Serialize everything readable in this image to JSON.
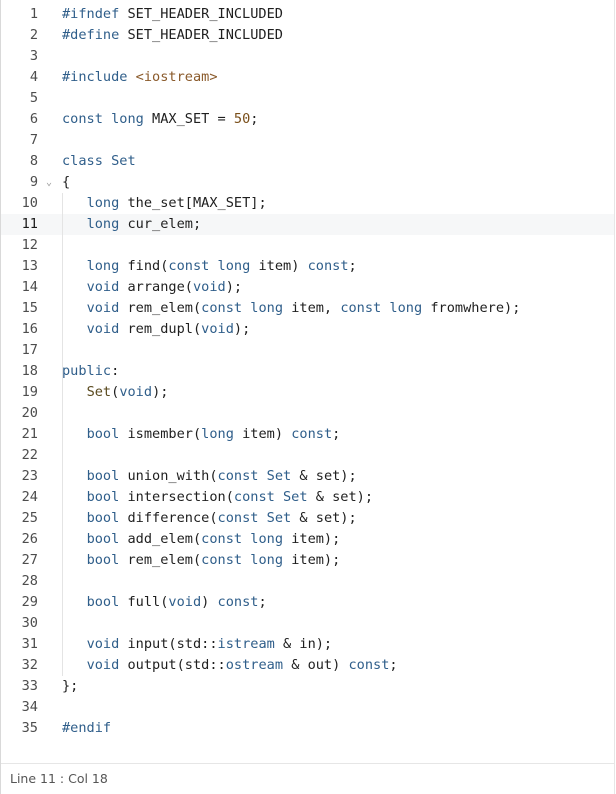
{
  "editor": {
    "active_line": 11,
    "fold_marker_line": 9,
    "lines": [
      {
        "n": "1",
        "tokens": [
          {
            "t": "#ifndef",
            "c": "pp"
          },
          {
            "t": " SET_HEADER_INCLUDED",
            "c": "plain"
          }
        ]
      },
      {
        "n": "2",
        "tokens": [
          {
            "t": "#define",
            "c": "pp"
          },
          {
            "t": " SET_HEADER_INCLUDED",
            "c": "plain"
          }
        ]
      },
      {
        "n": "3",
        "tokens": []
      },
      {
        "n": "4",
        "tokens": [
          {
            "t": "#include",
            "c": "pp"
          },
          {
            "t": " ",
            "c": "plain"
          },
          {
            "t": "<iostream>",
            "c": "str"
          }
        ]
      },
      {
        "n": "5",
        "tokens": []
      },
      {
        "n": "6",
        "tokens": [
          {
            "t": "const",
            "c": "kw"
          },
          {
            "t": " ",
            "c": "plain"
          },
          {
            "t": "long",
            "c": "type"
          },
          {
            "t": " MAX_SET = ",
            "c": "plain"
          },
          {
            "t": "50",
            "c": "num"
          },
          {
            "t": ";",
            "c": "plain"
          }
        ]
      },
      {
        "n": "7",
        "tokens": []
      },
      {
        "n": "8",
        "tokens": [
          {
            "t": "class",
            "c": "kw"
          },
          {
            "t": " ",
            "c": "plain"
          },
          {
            "t": "Set",
            "c": "type"
          }
        ]
      },
      {
        "n": "9",
        "tokens": [
          {
            "t": "{",
            "c": "plain"
          }
        ]
      },
      {
        "n": "10",
        "tokens": [
          {
            "t": "   ",
            "c": "plain"
          },
          {
            "t": "long",
            "c": "type"
          },
          {
            "t": " the_set[MAX_SET];",
            "c": "plain"
          }
        ]
      },
      {
        "n": "11",
        "tokens": [
          {
            "t": "   ",
            "c": "plain"
          },
          {
            "t": "long",
            "c": "type"
          },
          {
            "t": " cur_elem;",
            "c": "plain"
          }
        ]
      },
      {
        "n": "12",
        "tokens": []
      },
      {
        "n": "13",
        "tokens": [
          {
            "t": "   ",
            "c": "plain"
          },
          {
            "t": "long",
            "c": "type"
          },
          {
            "t": " find(",
            "c": "plain"
          },
          {
            "t": "const",
            "c": "kw"
          },
          {
            "t": " ",
            "c": "plain"
          },
          {
            "t": "long",
            "c": "type"
          },
          {
            "t": " item) ",
            "c": "plain"
          },
          {
            "t": "const",
            "c": "kw"
          },
          {
            "t": ";",
            "c": "plain"
          }
        ]
      },
      {
        "n": "14",
        "tokens": [
          {
            "t": "   ",
            "c": "plain"
          },
          {
            "t": "void",
            "c": "type"
          },
          {
            "t": " arrange(",
            "c": "plain"
          },
          {
            "t": "void",
            "c": "type"
          },
          {
            "t": ");",
            "c": "plain"
          }
        ]
      },
      {
        "n": "15",
        "tokens": [
          {
            "t": "   ",
            "c": "plain"
          },
          {
            "t": "void",
            "c": "type"
          },
          {
            "t": " rem_elem(",
            "c": "plain"
          },
          {
            "t": "const",
            "c": "kw"
          },
          {
            "t": " ",
            "c": "plain"
          },
          {
            "t": "long",
            "c": "type"
          },
          {
            "t": " item, ",
            "c": "plain"
          },
          {
            "t": "const",
            "c": "kw"
          },
          {
            "t": " ",
            "c": "plain"
          },
          {
            "t": "long",
            "c": "type"
          },
          {
            "t": " fromwhere);",
            "c": "plain"
          }
        ]
      },
      {
        "n": "16",
        "tokens": [
          {
            "t": "   ",
            "c": "plain"
          },
          {
            "t": "void",
            "c": "type"
          },
          {
            "t": " rem_dupl(",
            "c": "plain"
          },
          {
            "t": "void",
            "c": "type"
          },
          {
            "t": ");",
            "c": "plain"
          }
        ]
      },
      {
        "n": "17",
        "tokens": []
      },
      {
        "n": "18",
        "tokens": [
          {
            "t": "public",
            "c": "kw"
          },
          {
            "t": ":",
            "c": "plain"
          }
        ]
      },
      {
        "n": "19",
        "tokens": [
          {
            "t": "   ",
            "c": "plain"
          },
          {
            "t": "Set",
            "c": "fn"
          },
          {
            "t": "(",
            "c": "plain"
          },
          {
            "t": "void",
            "c": "type"
          },
          {
            "t": ");",
            "c": "plain"
          }
        ]
      },
      {
        "n": "20",
        "tokens": []
      },
      {
        "n": "21",
        "tokens": [
          {
            "t": "   ",
            "c": "plain"
          },
          {
            "t": "bool",
            "c": "type"
          },
          {
            "t": " ismember(",
            "c": "plain"
          },
          {
            "t": "long",
            "c": "type"
          },
          {
            "t": " item) ",
            "c": "plain"
          },
          {
            "t": "const",
            "c": "kw"
          },
          {
            "t": ";",
            "c": "plain"
          }
        ]
      },
      {
        "n": "22",
        "tokens": []
      },
      {
        "n": "23",
        "tokens": [
          {
            "t": "   ",
            "c": "plain"
          },
          {
            "t": "bool",
            "c": "type"
          },
          {
            "t": " union_with(",
            "c": "plain"
          },
          {
            "t": "const",
            "c": "kw"
          },
          {
            "t": " ",
            "c": "plain"
          },
          {
            "t": "Set",
            "c": "type"
          },
          {
            "t": " & set);",
            "c": "plain"
          }
        ]
      },
      {
        "n": "24",
        "tokens": [
          {
            "t": "   ",
            "c": "plain"
          },
          {
            "t": "bool",
            "c": "type"
          },
          {
            "t": " intersection(",
            "c": "plain"
          },
          {
            "t": "const",
            "c": "kw"
          },
          {
            "t": " ",
            "c": "plain"
          },
          {
            "t": "Set",
            "c": "type"
          },
          {
            "t": " & set);",
            "c": "plain"
          }
        ]
      },
      {
        "n": "25",
        "tokens": [
          {
            "t": "   ",
            "c": "plain"
          },
          {
            "t": "bool",
            "c": "type"
          },
          {
            "t": " difference(",
            "c": "plain"
          },
          {
            "t": "const",
            "c": "kw"
          },
          {
            "t": " ",
            "c": "plain"
          },
          {
            "t": "Set",
            "c": "type"
          },
          {
            "t": " & set);",
            "c": "plain"
          }
        ]
      },
      {
        "n": "26",
        "tokens": [
          {
            "t": "   ",
            "c": "plain"
          },
          {
            "t": "bool",
            "c": "type"
          },
          {
            "t": " add_elem(",
            "c": "plain"
          },
          {
            "t": "const",
            "c": "kw"
          },
          {
            "t": " ",
            "c": "plain"
          },
          {
            "t": "long",
            "c": "type"
          },
          {
            "t": " item);",
            "c": "plain"
          }
        ]
      },
      {
        "n": "27",
        "tokens": [
          {
            "t": "   ",
            "c": "plain"
          },
          {
            "t": "bool",
            "c": "type"
          },
          {
            "t": " rem_elem(",
            "c": "plain"
          },
          {
            "t": "const",
            "c": "kw"
          },
          {
            "t": " ",
            "c": "plain"
          },
          {
            "t": "long",
            "c": "type"
          },
          {
            "t": " item);",
            "c": "plain"
          }
        ]
      },
      {
        "n": "28",
        "tokens": []
      },
      {
        "n": "29",
        "tokens": [
          {
            "t": "   ",
            "c": "plain"
          },
          {
            "t": "bool",
            "c": "type"
          },
          {
            "t": " full(",
            "c": "plain"
          },
          {
            "t": "void",
            "c": "type"
          },
          {
            "t": ") ",
            "c": "plain"
          },
          {
            "t": "const",
            "c": "kw"
          },
          {
            "t": ";",
            "c": "plain"
          }
        ]
      },
      {
        "n": "30",
        "tokens": []
      },
      {
        "n": "31",
        "tokens": [
          {
            "t": "   ",
            "c": "plain"
          },
          {
            "t": "void",
            "c": "type"
          },
          {
            "t": " input(std::",
            "c": "plain"
          },
          {
            "t": "istream",
            "c": "type"
          },
          {
            "t": " & in);",
            "c": "plain"
          }
        ]
      },
      {
        "n": "32",
        "tokens": [
          {
            "t": "   ",
            "c": "plain"
          },
          {
            "t": "void",
            "c": "type"
          },
          {
            "t": " output(std::",
            "c": "plain"
          },
          {
            "t": "ostream",
            "c": "type"
          },
          {
            "t": " & out) ",
            "c": "plain"
          },
          {
            "t": "const",
            "c": "kw"
          },
          {
            "t": ";",
            "c": "plain"
          }
        ]
      },
      {
        "n": "33",
        "tokens": [
          {
            "t": "};",
            "c": "plain"
          }
        ]
      },
      {
        "n": "34",
        "tokens": []
      },
      {
        "n": "35",
        "tokens": [
          {
            "t": "#endif",
            "c": "pp"
          }
        ]
      }
    ]
  },
  "icons": {
    "fold": "chevron-down-icon",
    "fold_glyph": "⌄"
  },
  "status_bar": {
    "position": "Line 11 : Col 18"
  },
  "colors": {
    "keyword": "#2f5e8a",
    "string": "#8a5a2b",
    "number": "#7a4f1a",
    "function": "#5a4a1f",
    "active_line_bg": "#f6f7f8"
  }
}
